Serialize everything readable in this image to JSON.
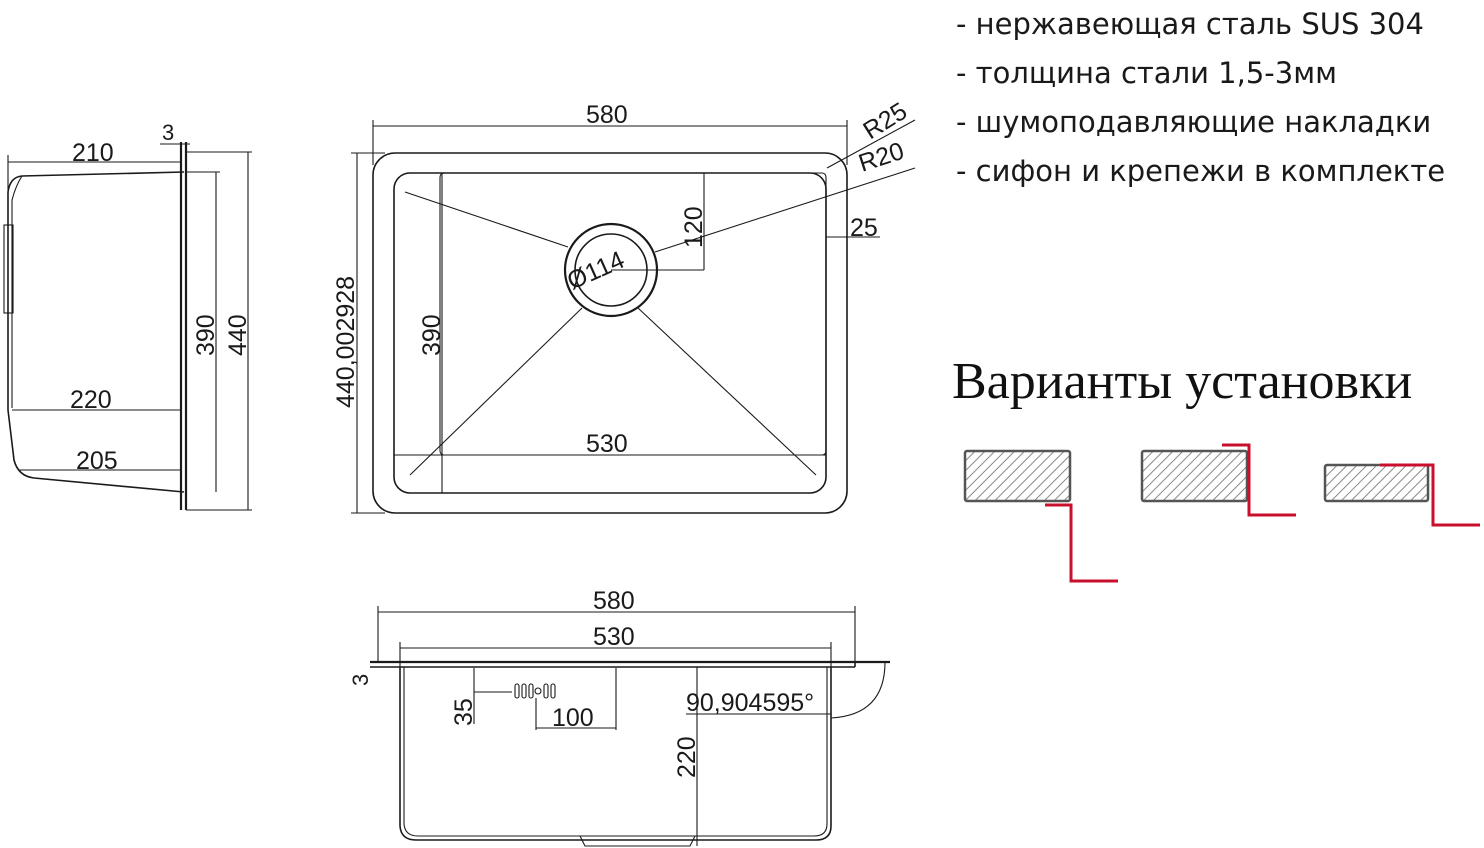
{
  "specs": [
    "- нержавеющая сталь SUS 304",
    "- толщина стали 1,5-3мм",
    "- шумоподавляющие накладки",
    "- сифон и крепежи в комплекте"
  ],
  "install": {
    "title": "Варианты установки",
    "variants": [
      "undermount",
      "flush-mount",
      "top-mount"
    ]
  },
  "colors": {
    "line": "#1a1a1a",
    "cabinet": "#c8102e",
    "hatch": "#888888"
  },
  "side_view": {
    "depth_top": "210",
    "thickness": "3",
    "inner_height": "390",
    "outer_height": "440",
    "depth_mid": "220",
    "depth_bottom": "205"
  },
  "top_view": {
    "width": "580",
    "corner_outer": "R25",
    "corner_inner": "R20",
    "rim": "25",
    "drain_offset": "120",
    "drain_dia": "Ø114",
    "height": "440,002928",
    "inner_height": "390",
    "inner_width": "530"
  },
  "front_view": {
    "width": "580",
    "inner_width": "530",
    "thickness": "3",
    "overflow_h": "35",
    "overflow_w": "100",
    "angle": "90,904595°",
    "depth": "220"
  }
}
